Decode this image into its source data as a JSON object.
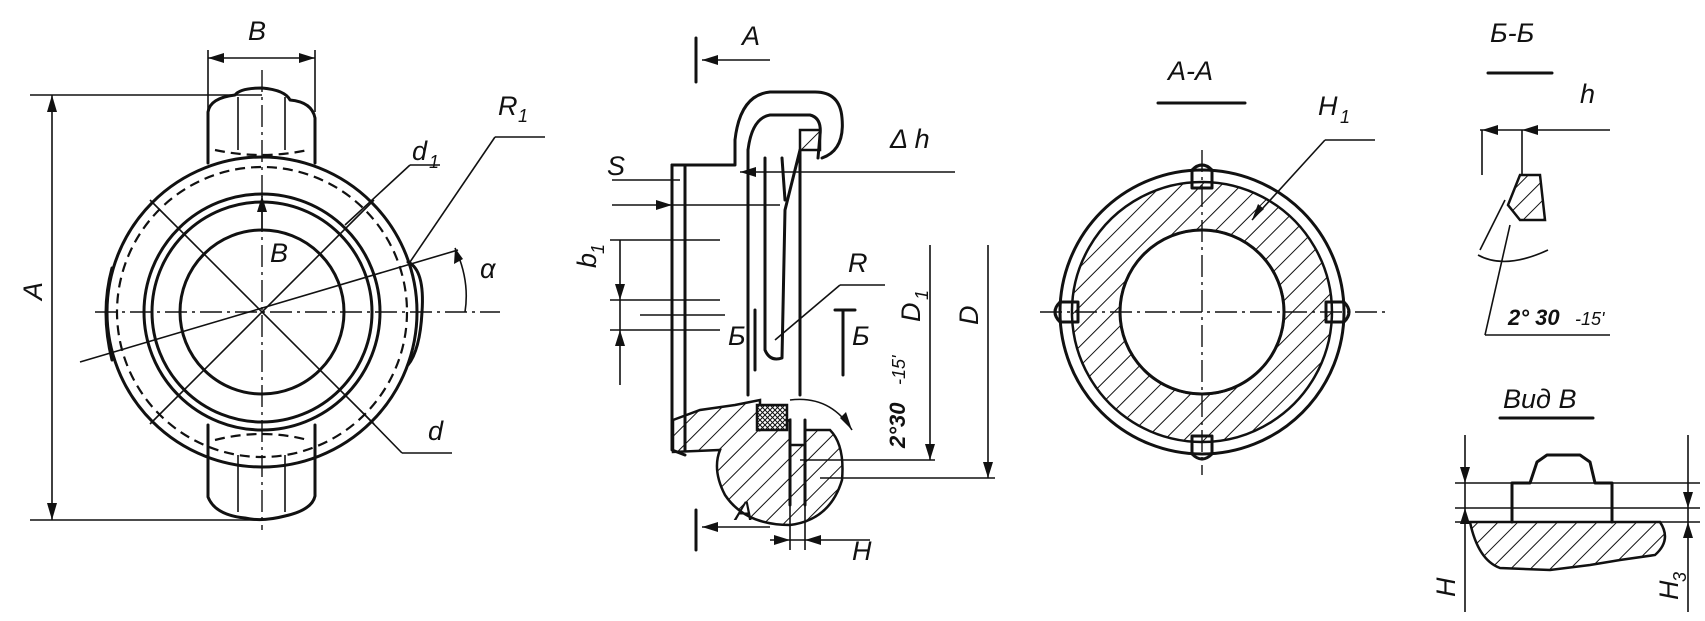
{
  "front_view": {
    "label_B_top": "B",
    "label_A": "A",
    "label_B_inner": "B",
    "label_d1": "d",
    "label_d1_sub": "1",
    "label_R1": "R",
    "label_R1_sub": "1",
    "label_alpha": "α",
    "label_d": "d"
  },
  "side_view": {
    "label_A_top": "A",
    "label_A_bottom": "A",
    "label_S": "S",
    "label_delta_h": "Δ h",
    "label_b1": "b",
    "label_b1_sub": "1",
    "label_R": "R",
    "label_D1": "D",
    "label_D1_sub": "1",
    "label_D": "D",
    "label_cut_left": "Б",
    "label_cut_right": "Б",
    "label_angle": "2°30",
    "label_angle_tol": "-15'",
    "label_H": "H"
  },
  "section_aa": {
    "title": "А-А",
    "label_H1": "H",
    "label_H1_sub": "1"
  },
  "section_bb": {
    "title": "Б-Б",
    "label_h": "h",
    "label_angle": "2° 30",
    "label_angle_tol": "-15'"
  },
  "view_v": {
    "title": "Вид В",
    "label_H": "H",
    "label_H3": "H",
    "label_H3_sub": "3"
  }
}
